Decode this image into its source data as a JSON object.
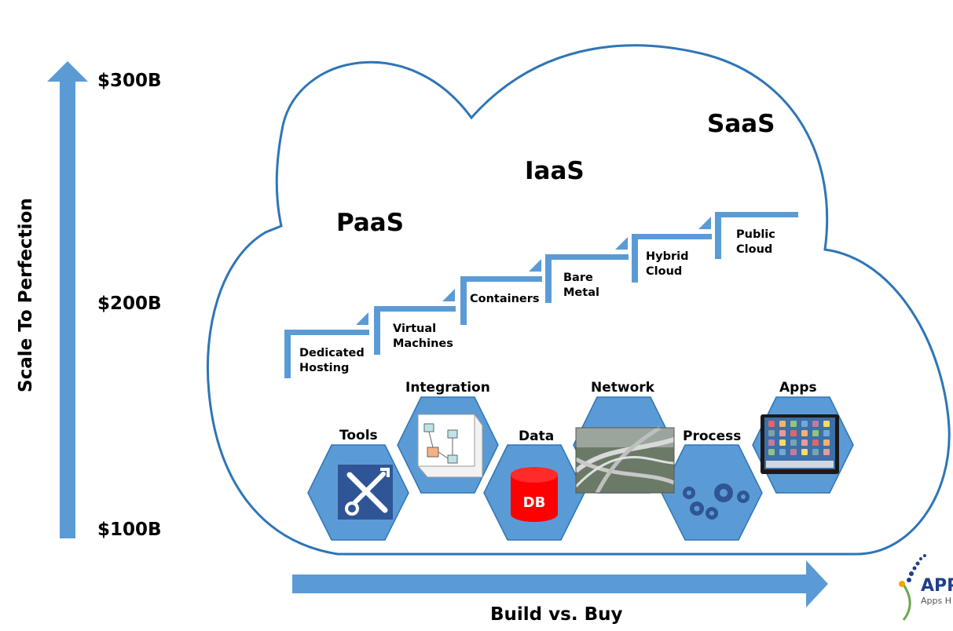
{
  "axes": {
    "y_label": "Scale To Perfection",
    "y_ticks": [
      "$300B",
      "$200B",
      "$100B"
    ],
    "x_label": "Build vs. Buy"
  },
  "cloud": {
    "tiers": [
      "PaaS",
      "IaaS",
      "SaaS"
    ],
    "steps": [
      {
        "label": "Dedicated\nHosting"
      },
      {
        "label": "Virtual\nMachines"
      },
      {
        "label": "Containers"
      },
      {
        "label": "Bare\nMetal"
      },
      {
        "label": "Hybrid\nCloud"
      },
      {
        "label": "Public\nCloud"
      }
    ],
    "hexes": [
      {
        "label": "Tools",
        "icon": "tools-icon"
      },
      {
        "label": "Integration",
        "icon": "integration-icon"
      },
      {
        "label": "Data",
        "icon": "database-icon",
        "badge": "DB"
      },
      {
        "label": "Network",
        "icon": "highway-photo"
      },
      {
        "label": "Process",
        "icon": "gears-icon"
      },
      {
        "label": "Apps",
        "icon": "tablet-apps-icon"
      }
    ]
  },
  "logo": {
    "text": "APP",
    "sub": "Apps H"
  },
  "colors": {
    "accent": "#5b9bd5",
    "cloud_stroke": "#2e75b6",
    "hex_fill": "#5b9bd5",
    "db_red": "#ff0000",
    "tools_bg": "#2f5597"
  }
}
